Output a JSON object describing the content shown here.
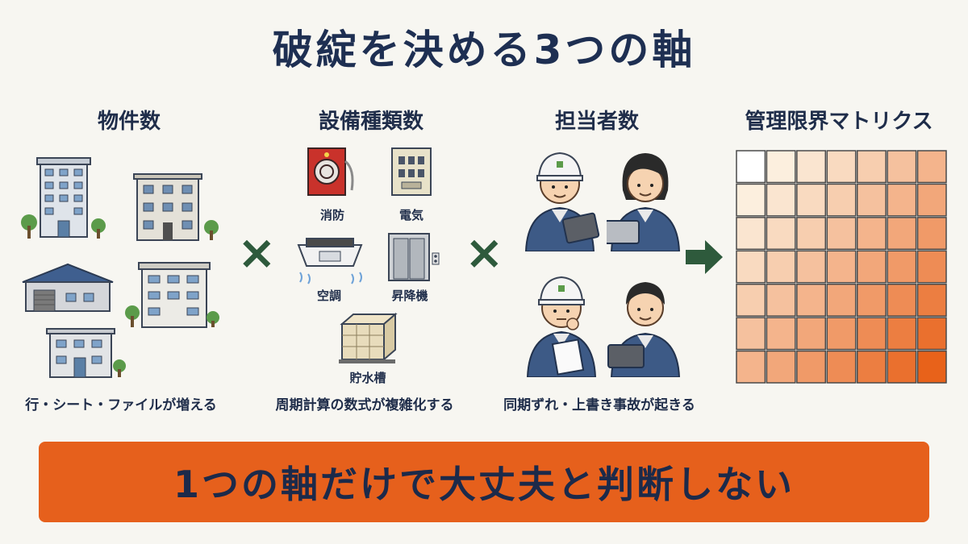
{
  "title": "破綻を決める3つの軸",
  "columns": {
    "properties": {
      "heading": "物件数",
      "caption": "行・シート・ファイルが増える"
    },
    "equipment": {
      "heading": "設備種類数",
      "caption": "周期計算の数式が複雑化する",
      "items": [
        "消防",
        "電気",
        "空調",
        "昇降機",
        "貯水槽"
      ]
    },
    "staff": {
      "heading": "担当者数",
      "caption": "同期ずれ・上書き事故が起きる"
    },
    "matrix": {
      "heading": "管理限界マトリクス"
    }
  },
  "operators": {
    "multiply": "×"
  },
  "banner": "1つの軸だけで大丈夫と判断しない",
  "colors": {
    "title": "#1e2f52",
    "banner_bg": "#e6601c",
    "cross": "#2e5a3c",
    "matrix_low": "#fdf8ea",
    "matrix_high": "#e8621a"
  },
  "icons": [
    "office-building-icon",
    "apartment-icon",
    "warehouse-icon",
    "fire-hydrant-icon",
    "electric-panel-icon",
    "air-conditioner-icon",
    "elevator-icon",
    "water-tank-icon",
    "worker-icon",
    "arrow-right-icon"
  ]
}
